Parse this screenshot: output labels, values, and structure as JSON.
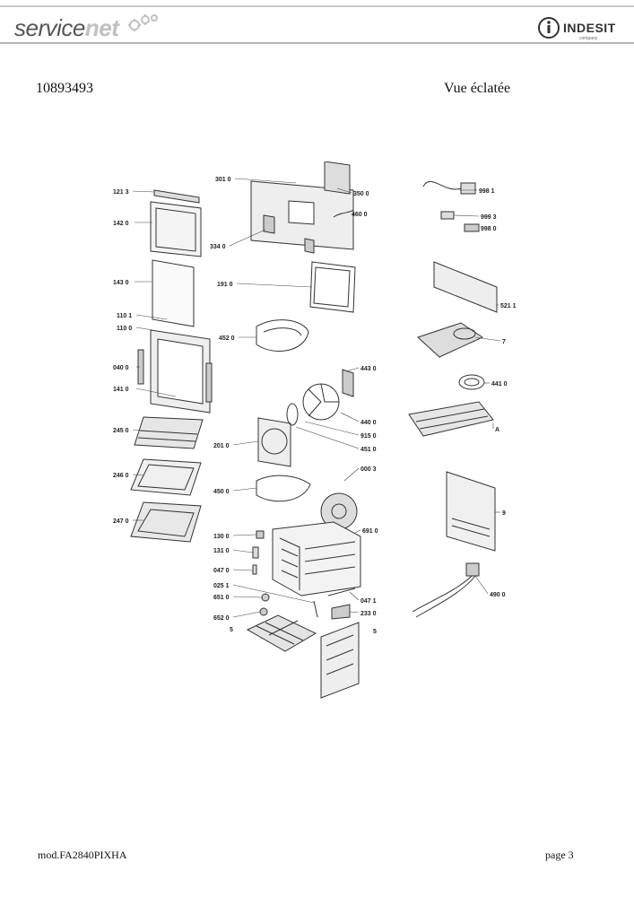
{
  "header": {
    "logo_part1": "service",
    "logo_part2": "net",
    "brand": "INDESIT",
    "brand_sub": "company"
  },
  "document": {
    "number": "10893493",
    "title": "Vue éclatée"
  },
  "footer": {
    "model": "mod.FA2840PIXHA",
    "page": "page 3"
  },
  "parts": {
    "p121": "121 3",
    "p142": "142 0",
    "p143": "143 0",
    "p110a": "110 1",
    "p110b": "110 0",
    "p040": "040 0",
    "p141": "141 0",
    "p245": "245 0",
    "p246": "246 0",
    "p247": "247 0",
    "p301": "301 0",
    "p350": "350 0",
    "p460": "460 0",
    "p334": "334 0",
    "p191": "191 0",
    "p452": "452 0",
    "p443": "443 0",
    "p440": "440 0",
    "p915": "915 0",
    "p451": "451 0",
    "p201": "201 0",
    "p450": "450 0",
    "p000": "000 3",
    "p130": "130 0",
    "p131": "131 0",
    "p691": "691 0",
    "p047a": "047 0",
    "p025": "025 1",
    "p651": "651 0",
    "p047b": "047 1",
    "p233": "233 0",
    "p652": "652 0",
    "p5a": "5",
    "p5b": "5",
    "p998a": "998 1",
    "p999": "999 3",
    "p998b": "998 0",
    "p521": "521 1",
    "p7": "7",
    "p441": "441 0",
    "pA": "A",
    "p9": "9",
    "p490": "490 0"
  }
}
